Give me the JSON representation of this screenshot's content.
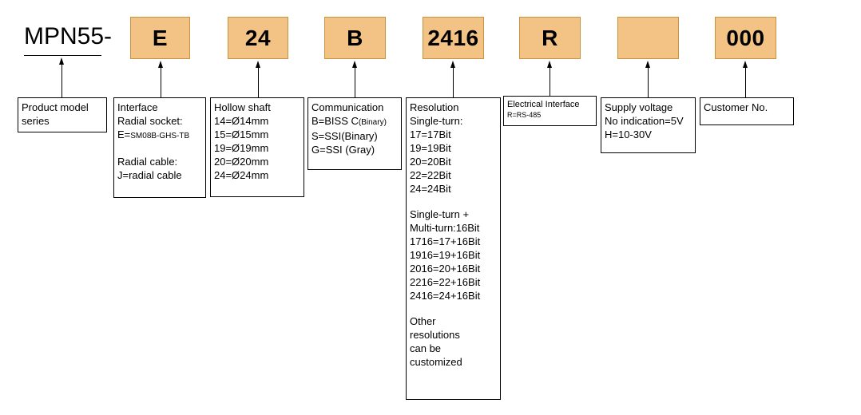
{
  "model_prefix": "MPN55-",
  "codes": [
    {
      "code": "E"
    },
    {
      "code": "24"
    },
    {
      "code": "B"
    },
    {
      "code": "2416"
    },
    {
      "code": "R"
    },
    {
      "code": ""
    },
    {
      "code": "000"
    }
  ],
  "boxes": {
    "product": {
      "line1": "Product model",
      "line2": "series"
    },
    "interface": {
      "title": "Interface",
      "sub1": "Radial socket:",
      "socket_prefix": "E=",
      "socket_small": "SM08B-GHS-TB",
      "sub2": "Radial cable:",
      "cable": "J=radial cable"
    },
    "shaft": {
      "title": "Hollow shaft",
      "items": [
        "14=Ø14mm",
        "15=Ø15mm",
        "19=Ø19mm",
        "20=Ø20mm",
        "24=Ø24mm"
      ]
    },
    "comm": {
      "title": "Communication",
      "biss_prefix": "B=BISS C",
      "biss_small": "(Binary)",
      "ssi_binary": "S=SSI(Binary)",
      "ssi_gray": "G=SSI (Gray)"
    },
    "resolution": {
      "title": "Resolution",
      "single_turn": "Single-turn:",
      "single_items": [
        "17=17Bit",
        "19=19Bit",
        "20=20Bit",
        "22=22Bit",
        "24=24Bit"
      ],
      "multi_title1": "Single-turn +",
      "multi_title2": "Multi-turn:16Bit",
      "multi_items": [
        "1716=17+16Bit",
        "1916=19+16Bit",
        "2016=20+16Bit",
        "2216=22+16Bit",
        "2416=24+16Bit"
      ],
      "other": [
        "Other",
        "resolutions",
        "can be",
        "customized"
      ]
    },
    "electrical": {
      "title": "Electrical Interface",
      "value": "R=RS-485"
    },
    "supply": {
      "title": "Supply voltage",
      "line2": "No indication=5V",
      "line3": "H=10-30V"
    },
    "customer": {
      "title": "Customer No."
    }
  }
}
